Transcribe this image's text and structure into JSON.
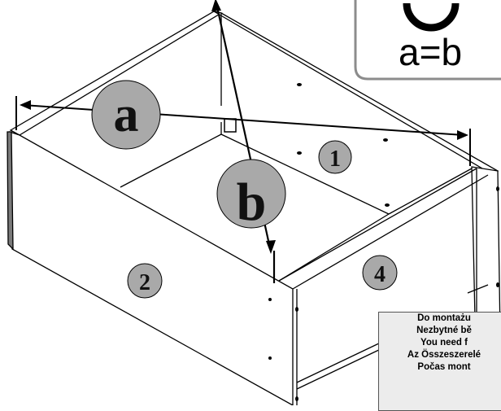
{
  "callout": {
    "formula": "a=b"
  },
  "labels": {
    "a": "a",
    "b": "b"
  },
  "parts": [
    {
      "id": "1"
    },
    {
      "id": "2"
    },
    {
      "id": "4"
    }
  ],
  "note": {
    "lines": [
      "Do montażu",
      "Nezbytné bě",
      "You need f",
      "Az Összeszerelé",
      "Počas mont"
    ]
  },
  "colors": {
    "line": "#000000",
    "circle_fill": "#a9a9a9",
    "callout_fill": "#ffffff",
    "callout_border": "#8c8c8c",
    "note_fill": "#ececec"
  }
}
